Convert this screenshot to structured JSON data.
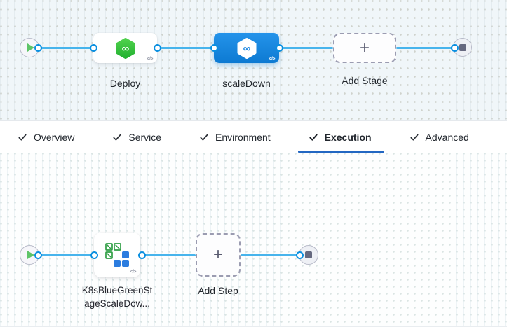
{
  "canvas": {
    "add_stage_label": "Add Stage",
    "stages": [
      {
        "label": "Deploy"
      },
      {
        "label": "scaleDown"
      }
    ]
  },
  "tabs": [
    {
      "label": "Overview"
    },
    {
      "label": "Service"
    },
    {
      "label": "Environment"
    },
    {
      "label": "Execution"
    },
    {
      "label": "Advanced"
    }
  ],
  "execution": {
    "step_label_line1": "K8sBlueGreenSt",
    "step_label_line2": "ageScaleDow...",
    "add_step_label": "Add Step"
  },
  "icons": {
    "code": "</>",
    "plus": "+",
    "infinity": "∞"
  },
  "colors": {
    "connector": "#47b4ec",
    "port_ring": "#0a8fe0",
    "selected_stage": "#1b86e0",
    "stage_icon_green": "#38c13e",
    "tab_underline": "#2367c2",
    "canvas_tint_top": "#f0f6f9"
  }
}
